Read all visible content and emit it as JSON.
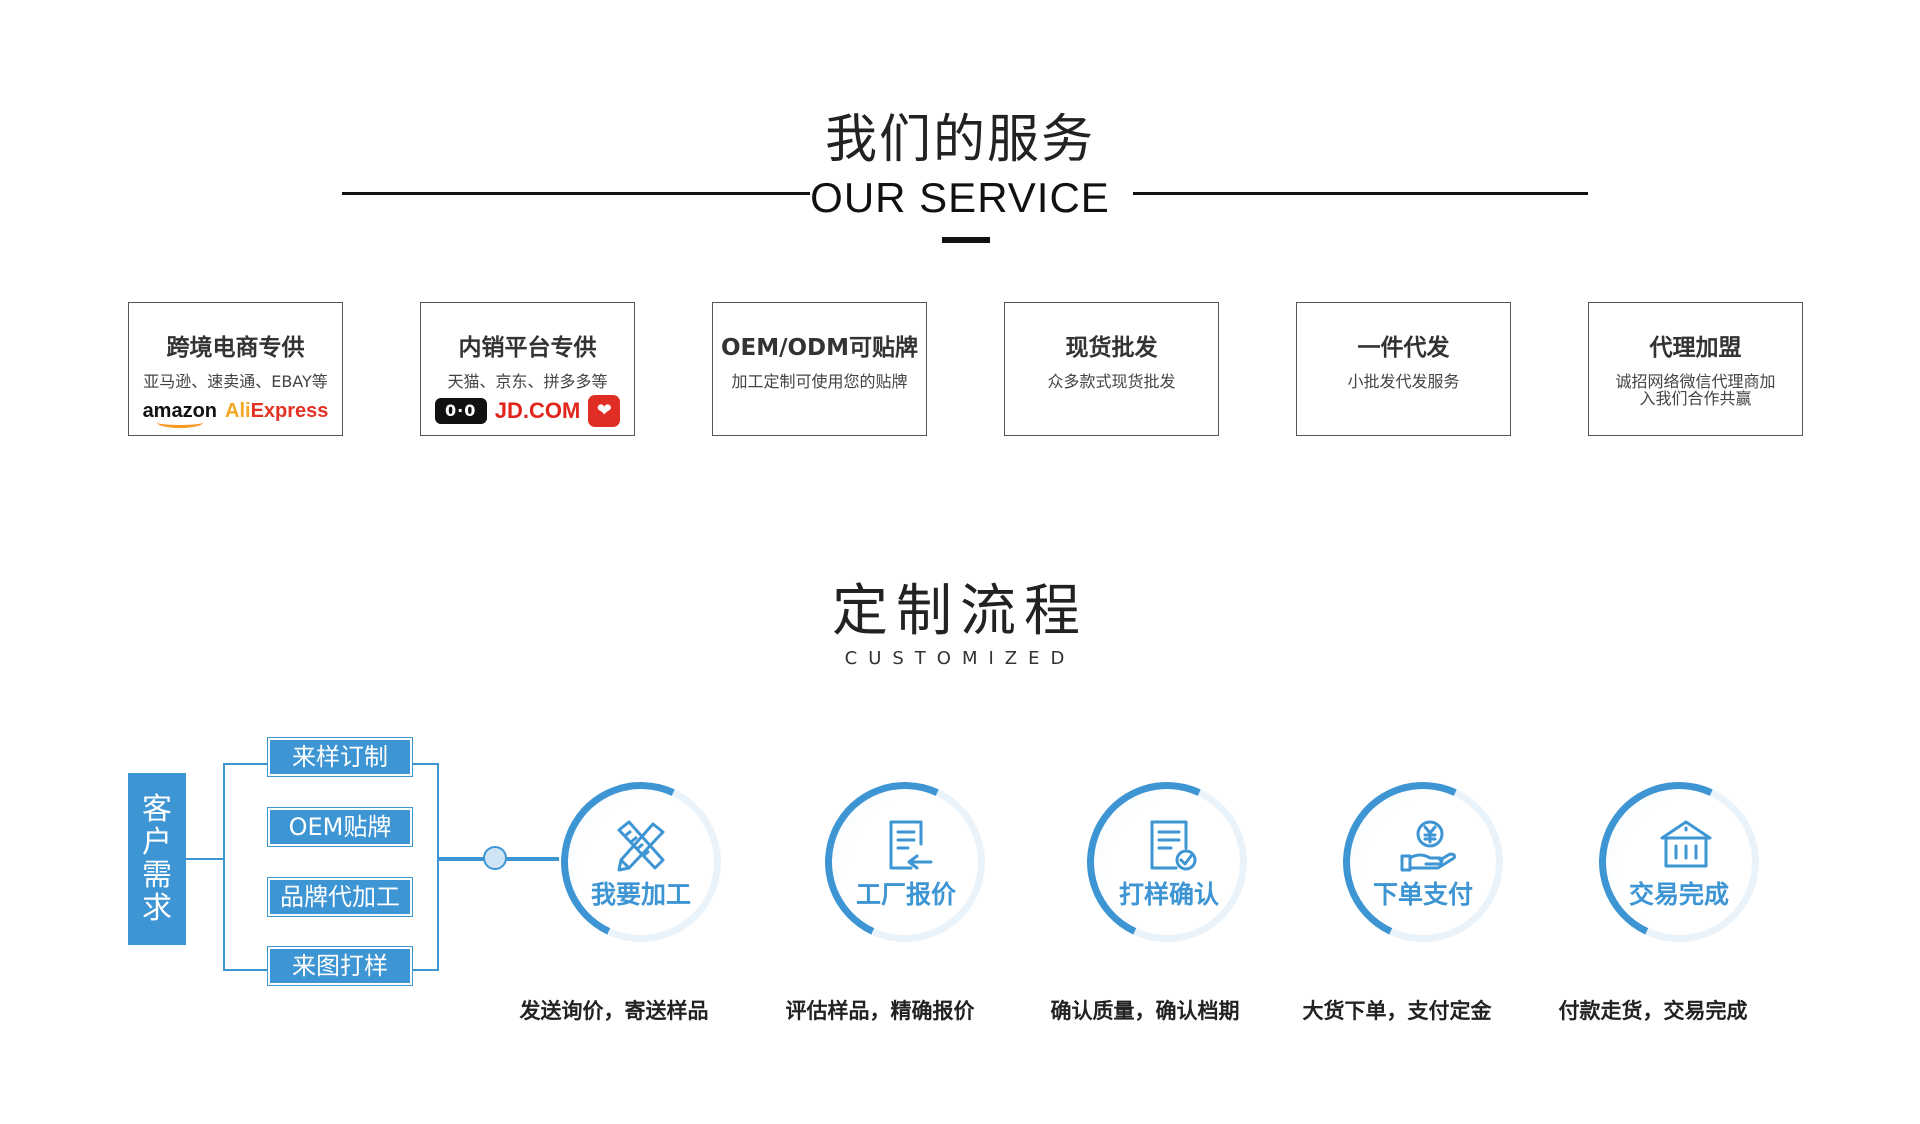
{
  "service": {
    "title": "我们的服务",
    "subtitle": "OUR SERVICE",
    "items": [
      {
        "title": "跨境电商专供",
        "desc": "亚马逊、速卖通、EBAY等",
        "logo1": "amazon",
        "logo2a": "Ali",
        "logo2b": "Express"
      },
      {
        "title": "内销平台专供",
        "desc": "天猫、京东、拼多多等",
        "logo_tmall": "0·0",
        "logo_jd": "JD.COM",
        "logo_pdd": "❤"
      },
      {
        "title": "OEM/ODM可贴牌",
        "desc": "加工定制可使用您的贴牌"
      },
      {
        "title": "现货批发",
        "desc": "众多款式现货批发"
      },
      {
        "title": "一件代发",
        "desc": "小批发代发服务"
      },
      {
        "title": "代理加盟",
        "desc": "诚招网络微信代理商加入我们合作共赢"
      }
    ]
  },
  "process": {
    "title": "定制流程",
    "subtitle": "CUSTOMIZED",
    "need_chars": [
      "客",
      "户",
      "需",
      "求"
    ],
    "options": [
      "来样订制",
      "OEM贴牌",
      "品牌代加工",
      "来图打样"
    ],
    "steps": [
      {
        "label": "我要加工",
        "desc": "发送询价，寄送样品",
        "icon": "pencil-ruler-icon"
      },
      {
        "label": "工厂报价",
        "desc": "评估样品，精确报价",
        "icon": "document-edit-icon"
      },
      {
        "label": "打样确认",
        "desc": "确认质量，确认档期",
        "icon": "document-check-icon"
      },
      {
        "label": "下单支付",
        "desc": "大货下单，支付定金",
        "icon": "hand-coin-icon"
      },
      {
        "label": "交易完成",
        "desc": "付款走货，交易完成",
        "icon": "bank-icon"
      }
    ]
  },
  "colors": {
    "accent": "#3e95d4",
    "dark": "#111111"
  }
}
